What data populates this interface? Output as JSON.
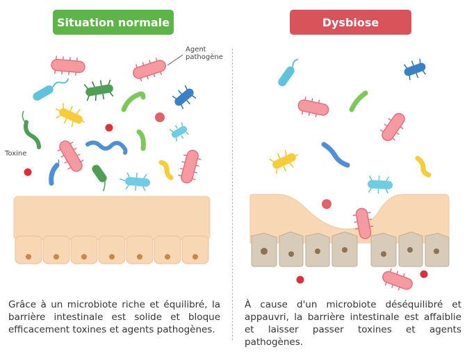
{
  "left_panel": {
    "title": "Situation normale",
    "caption": "Grâce à un microbiote riche et équilibré, la barrière intestinale est solide et bloque efficacement toxines et agents pathogènes.",
    "label_toxin": "Toxine",
    "label_agent_line1": "Agent",
    "label_agent_line2": "pathogène"
  },
  "right_panel": {
    "title": "Dysbiose",
    "caption": "À cause d'un microbiote déséquilibré et appauvri, la barrière intestinale est affaiblie et laisser passer toxines et agents pathogènes."
  },
  "colors": {
    "normal_green": "#5db548",
    "dysbiosis_red": "#d9545a",
    "barrier_healthy": "#f8d8b4",
    "barrier_weak": "#d9cbb9"
  }
}
